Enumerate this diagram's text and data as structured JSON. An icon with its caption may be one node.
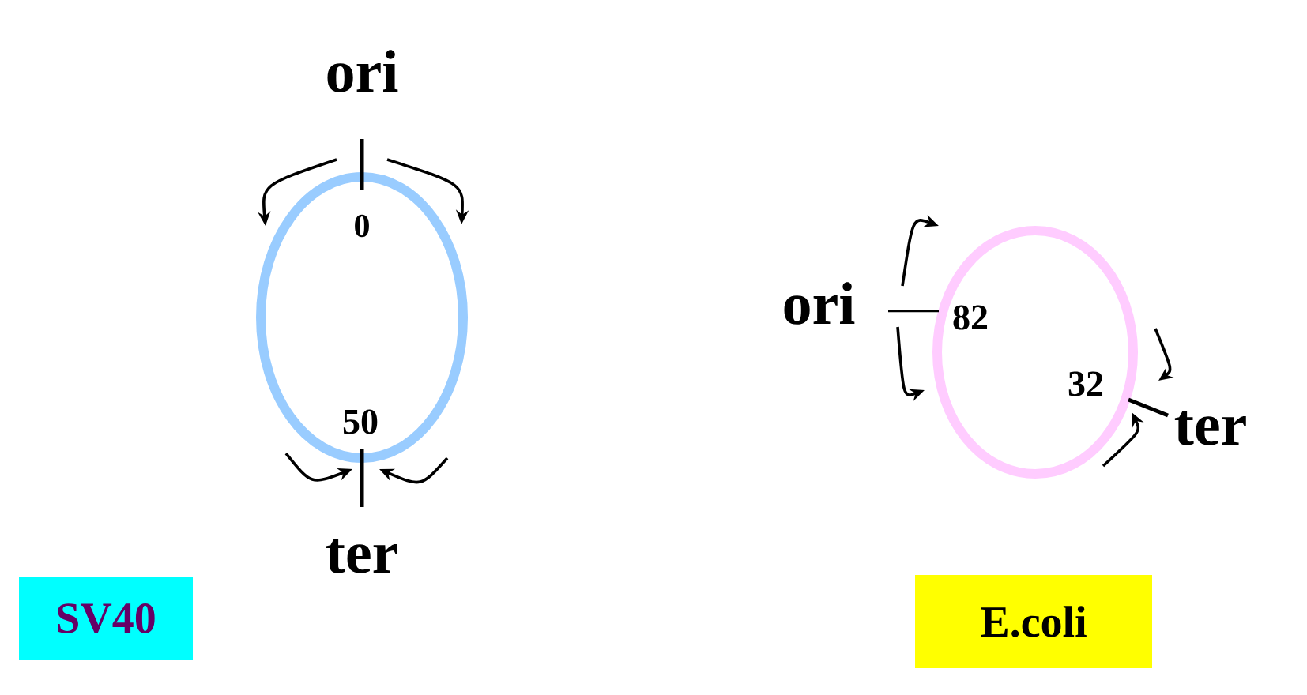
{
  "diagram": {
    "nodes": [
      {
        "text": [
          "SV40"
        ]
      },
      {
        "text": [
          "E.coli"
        ]
      }
    ],
    "labels": [
      "ori",
      "0",
      "50",
      "ter",
      "ori",
      "82",
      "32",
      "ter"
    ]
  }
}
